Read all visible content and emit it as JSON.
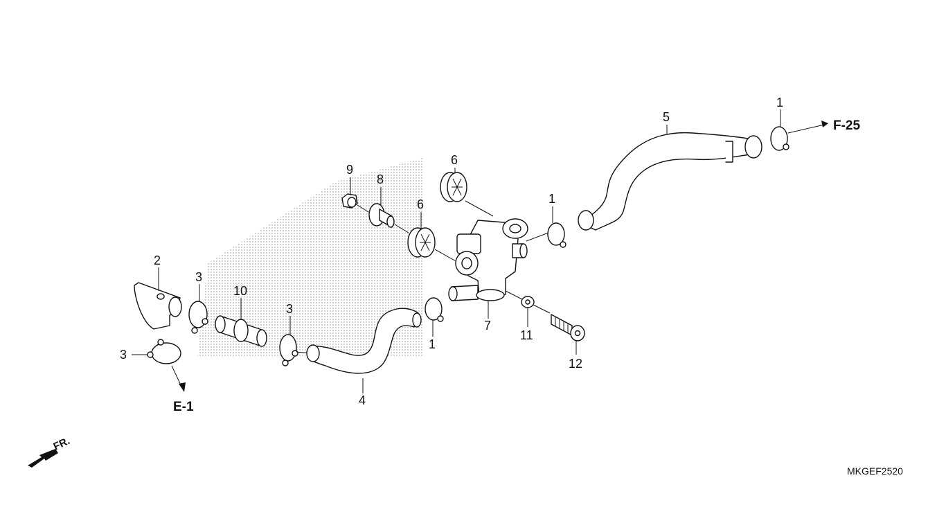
{
  "diagram_code": "MKGEF2520",
  "refs": {
    "top_right": "F-25",
    "bottom_left": "E-1",
    "front": "FR."
  },
  "callouts": {
    "p1a": "1",
    "p1b": "1",
    "p1c": "1",
    "p2": "2",
    "p3a": "3",
    "p3b": "3",
    "p3c": "3",
    "p4": "4",
    "p5": "5",
    "p6a": "6",
    "p6b": "6",
    "p7": "7",
    "p8": "8",
    "p9": "9",
    "p10": "10",
    "p11": "11",
    "p12": "12"
  },
  "colors": {
    "line": "#111111",
    "shade": "#999999"
  }
}
